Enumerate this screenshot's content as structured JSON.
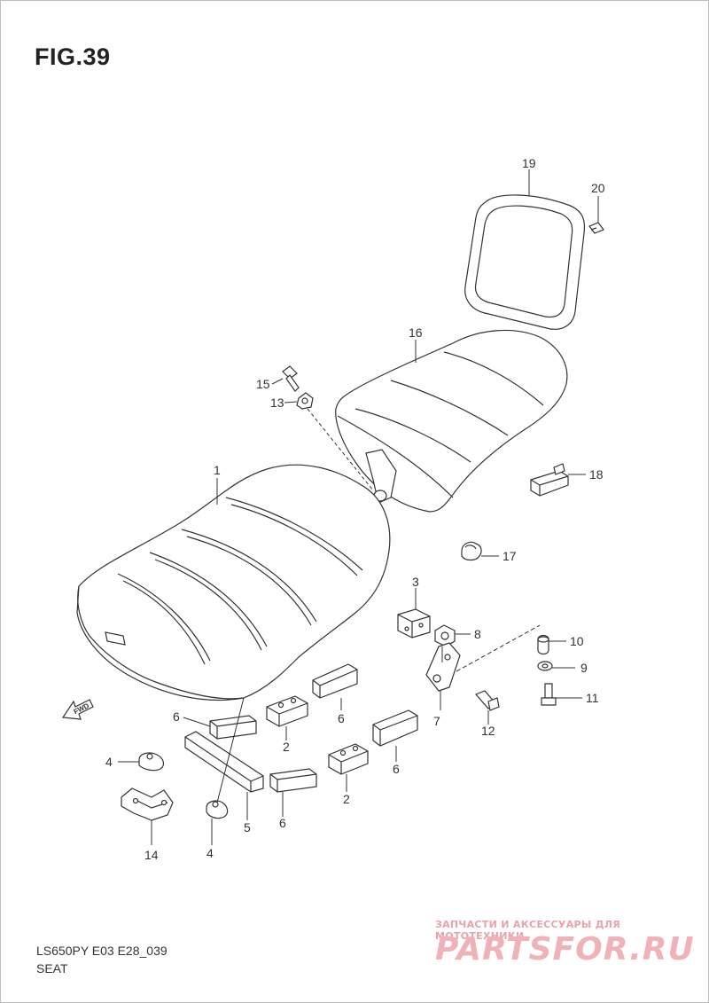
{
  "figure": {
    "title": "FIG.39"
  },
  "footer": {
    "model_code": "LS650PY E03 E28_039",
    "caption": "SEAT"
  },
  "watermark": {
    "line1": "ЗАПЧАСТИ И АКСЕССУАРЫ ДЛЯ МОТОТЕХНИКИ",
    "line2": "PARTSFOR.RU"
  },
  "direction_arrow": {
    "label": "FWD"
  },
  "callouts": {
    "c1": "1",
    "c2a": "2",
    "c2b": "2",
    "c3": "3",
    "c4a": "4",
    "c4b": "4",
    "c5": "5",
    "c6a": "6",
    "c6b": "6",
    "c6c": "6",
    "c6d": "6",
    "c7": "7",
    "c8": "8",
    "c9": "9",
    "c10": "10",
    "c11": "11",
    "c12": "12",
    "c13": "13",
    "c14": "14",
    "c15": "15",
    "c16": "16",
    "c17": "17",
    "c18": "18",
    "c19": "19",
    "c20": "20"
  }
}
